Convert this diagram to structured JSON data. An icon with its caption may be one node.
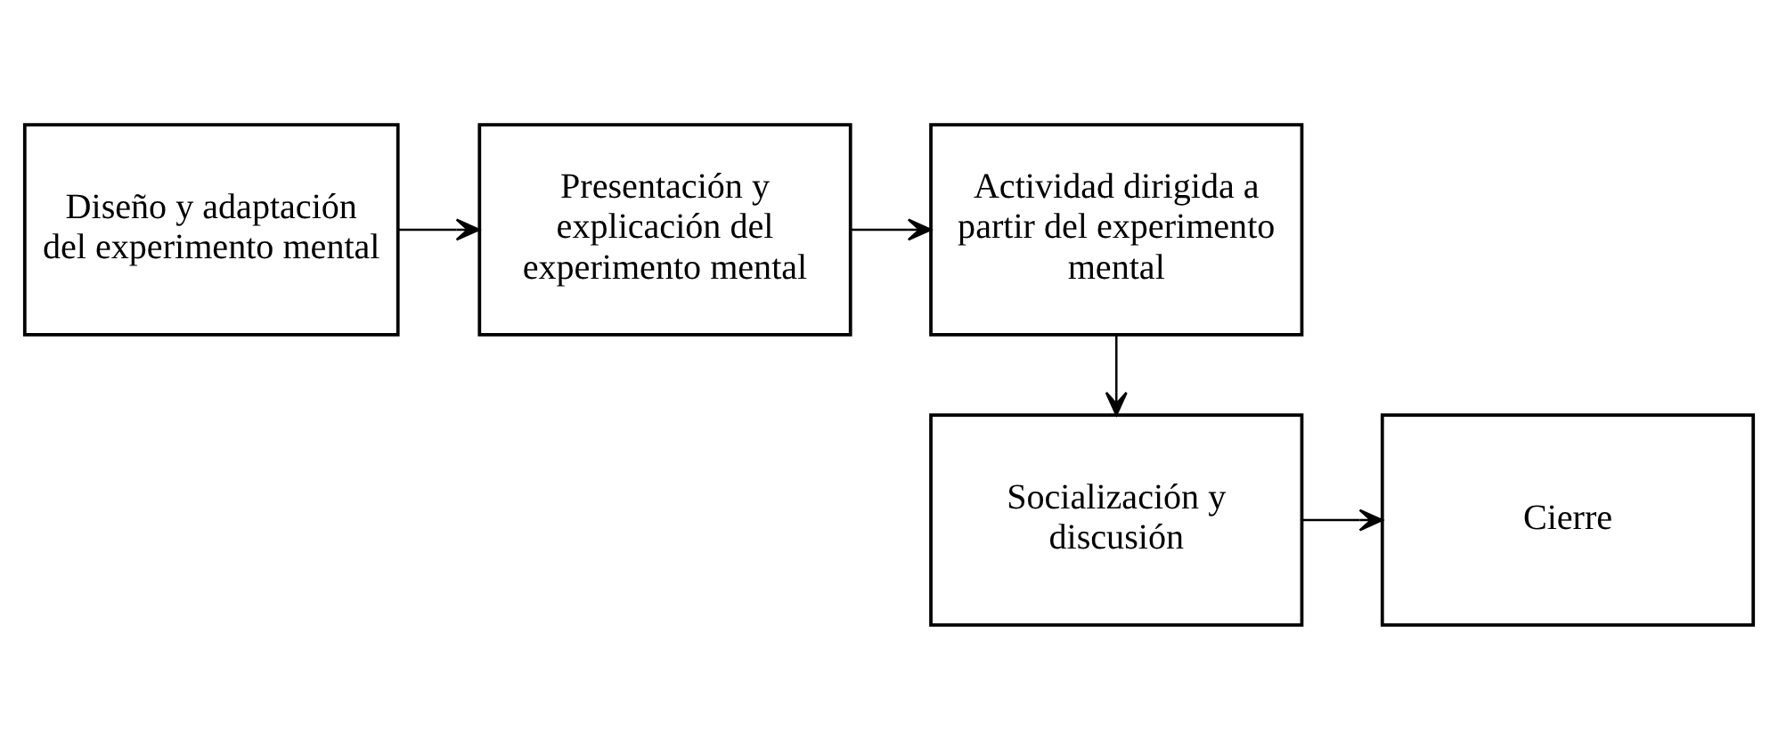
{
  "diagram": {
    "nodes": [
      {
        "text": [
          "Diseño y adaptación del experimento mental"
        ]
      },
      {
        "text": [
          "Presentación y explicación del experimento mental"
        ]
      },
      {
        "text": [
          "Actividad dirigida a partir del experimento mental"
        ]
      },
      {
        "text": [
          "Socialización y discusión"
        ]
      },
      {
        "text": [
          "Cierre"
        ]
      }
    ],
    "edges": [
      {
        "from": 0,
        "to": 1,
        "arrow": "to"
      },
      {
        "from": 1,
        "to": 2,
        "arrow": "to"
      },
      {
        "from": 2,
        "to": 3,
        "arrow": "to"
      },
      {
        "from": 3,
        "to": 4,
        "arrow": "to"
      }
    ]
  }
}
